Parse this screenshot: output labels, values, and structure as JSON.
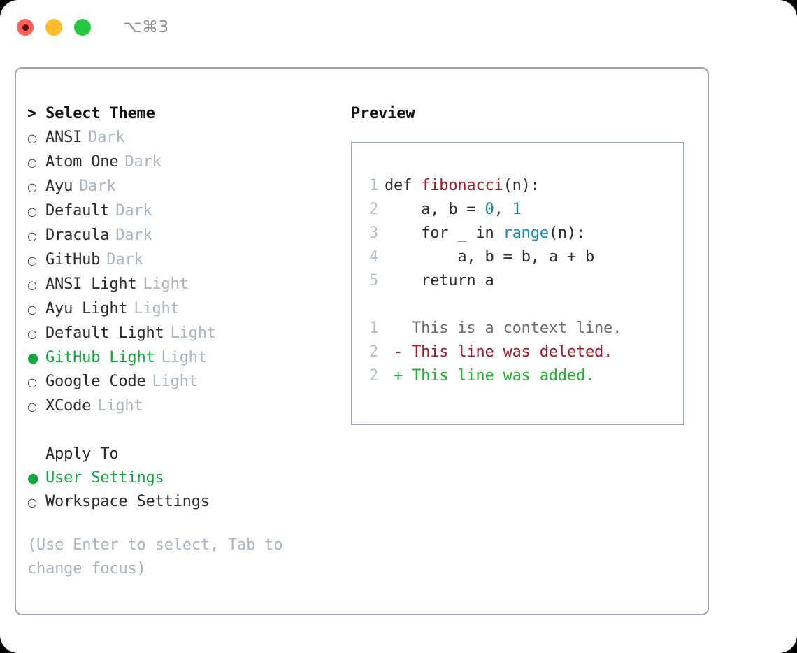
{
  "titlebar": {
    "shortcut": "⌥⌘3",
    "lights": [
      {
        "name": "close-button",
        "color": "#ff6058"
      },
      {
        "name": "minimize-button",
        "color": "#ffbd2e"
      },
      {
        "name": "maximize-button",
        "color": "#28c840"
      }
    ]
  },
  "theme_selector": {
    "heading": "> Select Theme",
    "items": [
      {
        "marker": "○",
        "label": "ANSI",
        "tag": "Dark",
        "selected": false
      },
      {
        "marker": "○",
        "label": "Atom One",
        "tag": "Dark",
        "selected": false
      },
      {
        "marker": "○",
        "label": "Ayu",
        "tag": "Dark",
        "selected": false
      },
      {
        "marker": "○",
        "label": "Default",
        "tag": "Dark",
        "selected": false
      },
      {
        "marker": "○",
        "label": "Dracula",
        "tag": "Dark",
        "selected": false
      },
      {
        "marker": "○",
        "label": "GitHub",
        "tag": "Dark",
        "selected": false
      },
      {
        "marker": "○",
        "label": "ANSI Light",
        "tag": "Light",
        "selected": false
      },
      {
        "marker": "○",
        "label": "Ayu Light",
        "tag": "Light",
        "selected": false
      },
      {
        "marker": "○",
        "label": "Default Light",
        "tag": "Light",
        "selected": false
      },
      {
        "marker": "●",
        "label": "GitHub Light",
        "tag": "Light",
        "selected": true
      },
      {
        "marker": "○",
        "label": "Google Code",
        "tag": "Light",
        "selected": false
      },
      {
        "marker": "○",
        "label": "XCode",
        "tag": "Light",
        "selected": false
      }
    ]
  },
  "apply_to": {
    "heading": "Apply To",
    "items": [
      {
        "marker": "●",
        "label": "User Settings",
        "selected": true
      },
      {
        "marker": "○",
        "label": "Workspace Settings",
        "selected": false
      }
    ]
  },
  "hint": "(Use Enter to select, Tab to change focus)",
  "preview": {
    "heading": "Preview",
    "code_lines": [
      {
        "no": "1",
        "indent": "",
        "parts": [
          {
            "text": "def ",
            "style": "plain"
          },
          {
            "text": "fibonacci",
            "style": "fn"
          },
          {
            "text": "(n):",
            "style": "plain"
          }
        ]
      },
      {
        "no": "2",
        "indent": "    ",
        "parts": [
          {
            "text": "a, b = ",
            "style": "plain"
          },
          {
            "text": "0",
            "style": "num"
          },
          {
            "text": ", ",
            "style": "plain"
          },
          {
            "text": "1",
            "style": "num"
          }
        ]
      },
      {
        "no": "3",
        "indent": "    ",
        "parts": [
          {
            "text": "for _ in ",
            "style": "plain"
          },
          {
            "text": "range",
            "style": "bi"
          },
          {
            "text": "(n):",
            "style": "plain"
          }
        ]
      },
      {
        "no": "4",
        "indent": "        ",
        "parts": [
          {
            "text": "a, b = b, a + b",
            "style": "plain"
          }
        ]
      },
      {
        "no": "5",
        "indent": "    ",
        "parts": [
          {
            "text": "return a",
            "style": "plain"
          }
        ]
      }
    ],
    "diff_lines": [
      {
        "no": "1",
        "sign": "  ",
        "text": "This is a context line.",
        "style": "ctx"
      },
      {
        "no": "2",
        "sign": "- ",
        "text": "This line was deleted.",
        "style": "del"
      },
      {
        "no": "2",
        "sign": "+ ",
        "text": "This line was added.",
        "style": "add"
      }
    ]
  },
  "colors": {
    "accent_green": "#10a83f",
    "muted": "#aab4c4",
    "border": "#9aa5b5",
    "fn_red": "#b01525",
    "num_teal": "#0b8a8a",
    "builtin_blue": "#0e8fc4",
    "diff_add": "#10c020",
    "diff_del": "#b01525"
  }
}
